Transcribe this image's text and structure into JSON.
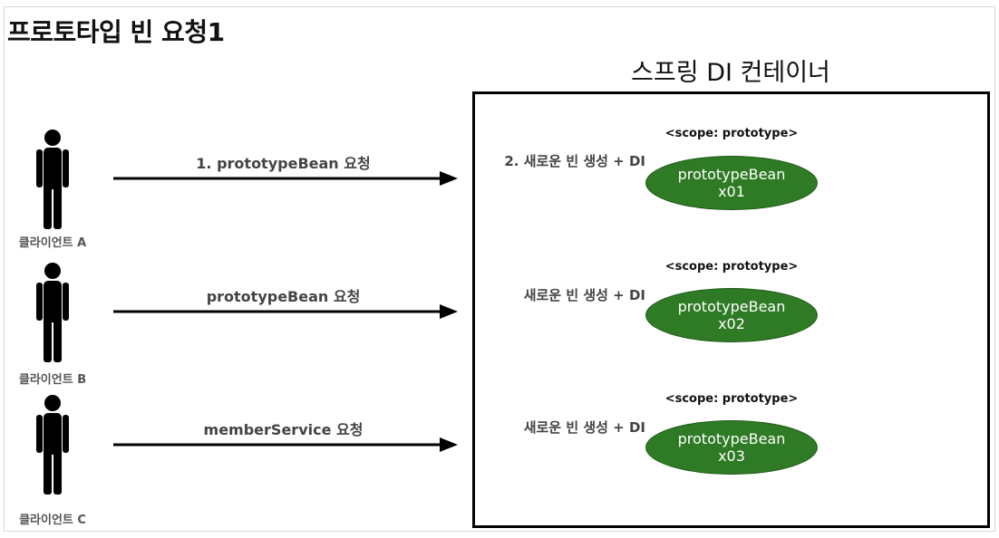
{
  "title": "프로토타입 빈 요청1",
  "container": {
    "label": "스프링 DI 컨테이너"
  },
  "rows": [
    {
      "client": "클라이언트 A",
      "request": "1. prototypeBean 요청",
      "create": "2. 새로운 빈 생성 + DI",
      "scope": "<scope: prototype>",
      "bean_name": "prototypeBean",
      "bean_id": "x01"
    },
    {
      "client": "클라이언트 B",
      "request": "prototypeBean 요청",
      "create": "새로운 빈 생성 + DI",
      "scope": "<scope: prototype>",
      "bean_name": "prototypeBean",
      "bean_id": "x02"
    },
    {
      "client": "클라이언트 C",
      "request": "memberService 요청",
      "create": "새로운 빈 생성 + DI",
      "scope": "<scope: prototype>",
      "bean_name": "prototypeBean",
      "bean_id": "x03"
    }
  ],
  "colors": {
    "bean_fill": "#2f7a25",
    "bean_text": "#ffffff",
    "arrow": "#000000"
  },
  "icons": {
    "client": "person-icon"
  }
}
